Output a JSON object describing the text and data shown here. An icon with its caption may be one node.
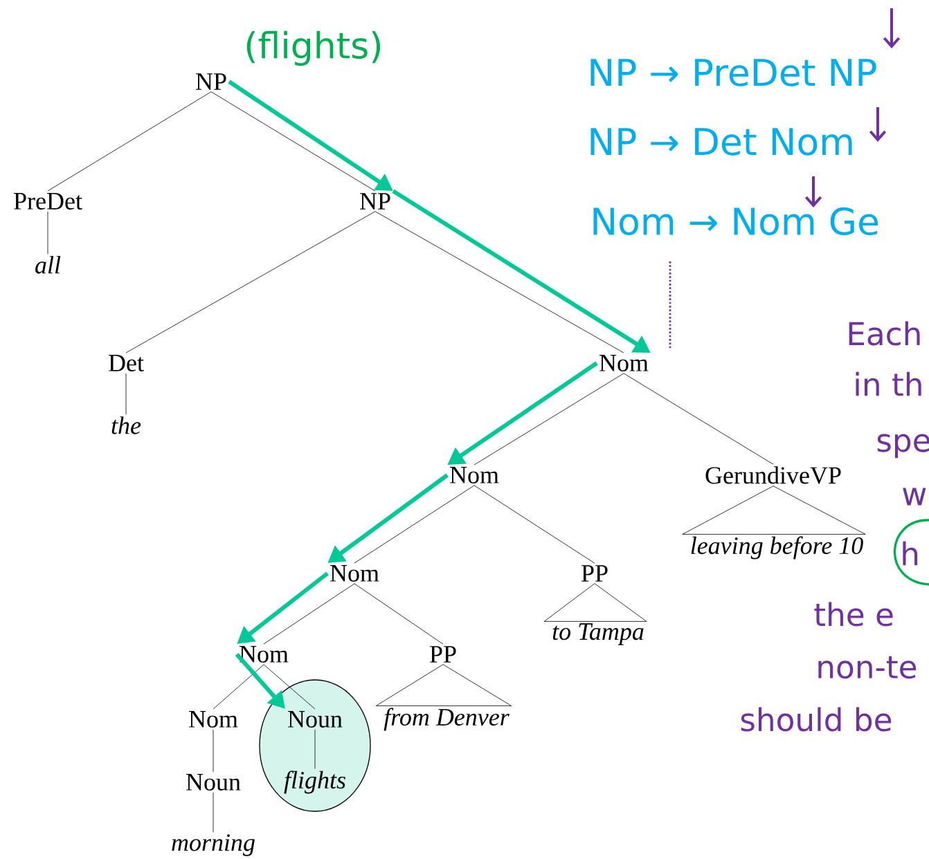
{
  "diagram": {
    "nodes": [
      {
        "text": [
          "NP"
        ]
      },
      {
        "text": [
          "PreDet"
        ]
      },
      {
        "text": [
          "all"
        ]
      },
      {
        "text": [
          "NP"
        ]
      },
      {
        "text": [
          "Det"
        ]
      },
      {
        "text": [
          "the"
        ]
      },
      {
        "text": [
          "Nom"
        ]
      },
      {
        "text": [
          "Nom"
        ]
      },
      {
        "text": [
          "GerundiveVP"
        ]
      },
      {
        "text": [
          "leaving before 10"
        ]
      },
      {
        "text": [
          "Nom"
        ]
      },
      {
        "text": [
          "PP"
        ]
      },
      {
        "text": [
          "to Tampa"
        ]
      },
      {
        "text": [
          "Nom"
        ]
      },
      {
        "text": [
          "PP"
        ]
      },
      {
        "text": [
          "from Denver"
        ]
      },
      {
        "text": [
          "Nom"
        ]
      },
      {
        "text": [
          "Noun"
        ]
      },
      {
        "text": [
          "Noun"
        ]
      },
      {
        "text": [
          "morning"
        ]
      },
      {
        "text": [
          "flights"
        ]
      }
    ],
    "edges": [
      {
        "from": 0,
        "to": 1,
        "arrow": "none"
      },
      {
        "from": 0,
        "to": 3,
        "arrow": "none"
      },
      {
        "from": 1,
        "to": 2,
        "arrow": "none"
      },
      {
        "from": 3,
        "to": 4,
        "arrow": "none"
      },
      {
        "from": 3,
        "to": 6,
        "arrow": "none"
      },
      {
        "from": 4,
        "to": 5,
        "arrow": "none"
      },
      {
        "from": 6,
        "to": 7,
        "arrow": "none"
      },
      {
        "from": 6,
        "to": 8,
        "arrow": "none"
      },
      {
        "from": 8,
        "to": 9,
        "arrow": "none"
      },
      {
        "from": 7,
        "to": 10,
        "arrow": "none"
      },
      {
        "from": 7,
        "to": 11,
        "arrow": "none"
      },
      {
        "from": 11,
        "to": 12,
        "arrow": "none"
      },
      {
        "from": 10,
        "to": 13,
        "arrow": "none"
      },
      {
        "from": 10,
        "to": 14,
        "arrow": "none"
      },
      {
        "from": 14,
        "to": 15,
        "arrow": "none"
      },
      {
        "from": 13,
        "to": 16,
        "arrow": "none"
      },
      {
        "from": 13,
        "to": 17,
        "arrow": "none"
      },
      {
        "from": 16,
        "to": 18,
        "arrow": "none"
      },
      {
        "from": 18,
        "to": 19,
        "arrow": "none"
      },
      {
        "from": 17,
        "to": 20,
        "arrow": "none"
      },
      {
        "from": 0,
        "to": 3,
        "arrow": "to",
        "style": "thick",
        "color": "#00c896"
      },
      {
        "from": 3,
        "to": 6,
        "arrow": "to",
        "style": "thick",
        "color": "#00c896"
      },
      {
        "from": 6,
        "to": 7,
        "arrow": "to",
        "style": "thick",
        "color": "#00c896"
      },
      {
        "from": 7,
        "to": 10,
        "arrow": "to",
        "style": "thick",
        "color": "#00c896"
      },
      {
        "from": 10,
        "to": 13,
        "arrow": "to",
        "style": "thick",
        "color": "#00c896"
      },
      {
        "from": 13,
        "to": 17,
        "arrow": "to",
        "style": "thick",
        "color": "#00c896"
      }
    ],
    "labels": [
      "(flights)",
      "NP → PreDet NP",
      "NP → Det Nom",
      "Nom → Nom Ge",
      "Each",
      "in th",
      "spe",
      "w",
      "h",
      "the e",
      "non-te",
      "should be"
    ]
  }
}
